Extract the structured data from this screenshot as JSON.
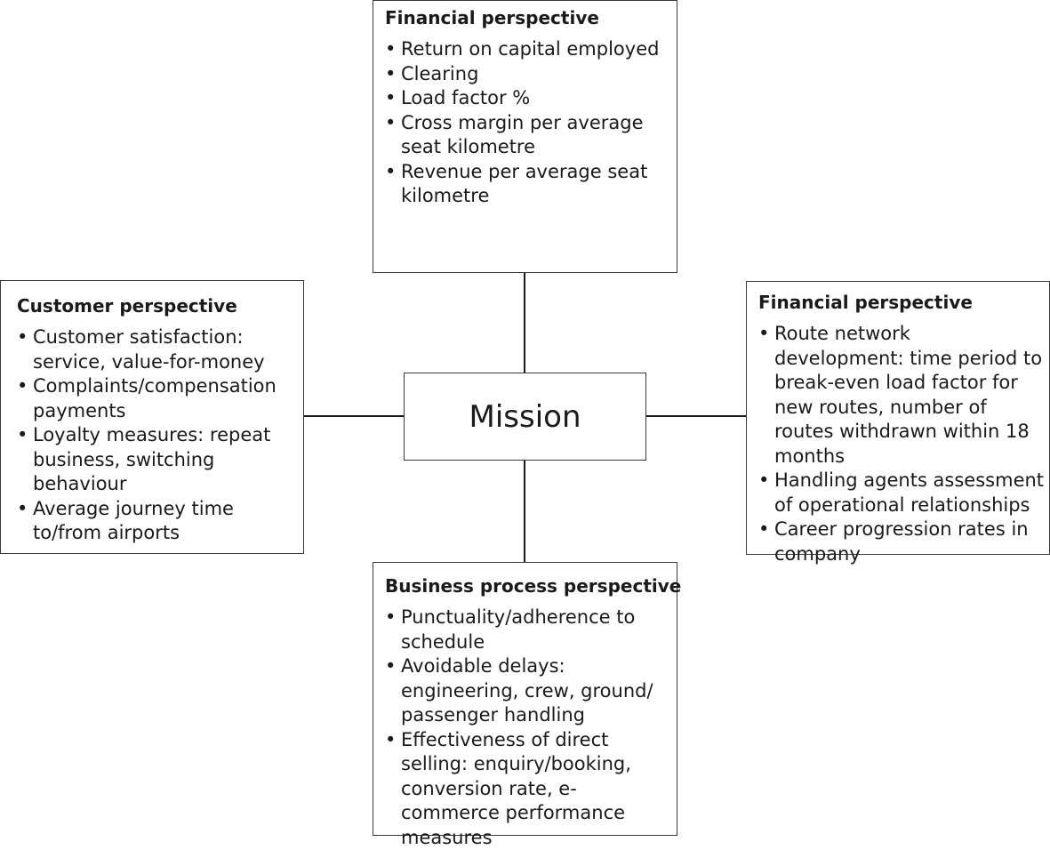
{
  "mission": {
    "label": "Mission"
  },
  "top_box": {
    "title": "Financial perspective",
    "items": [
      "Return on capital employed",
      "Clearing",
      "Load factor %",
      "Cross margin per average seat kilometre",
      "Revenue per average seat kilometre"
    ]
  },
  "left_box": {
    "title": "Customer perspective",
    "items": [
      "Customer satisfaction: service, value-for-money",
      "Complaints/compensation payments",
      "Loyalty measures: repeat business, switching behaviour",
      "Average journey time to/from airports"
    ]
  },
  "right_box": {
    "title": "Financial perspective",
    "items": [
      "Route network development: time period to break-even load factor for new routes, number of routes withdrawn within 18 months",
      "Handling agents assessment of operational relationships",
      "Career progression rates in company"
    ]
  },
  "bottom_box": {
    "title": "Business process perspective",
    "items": [
      "Punctuality/adherence to schedule",
      "Avoidable delays: engineering, crew, ground/ passenger handling",
      "Effectiveness of direct selling: enquiry/booking, conversion rate, e-commerce performance measures"
    ]
  }
}
